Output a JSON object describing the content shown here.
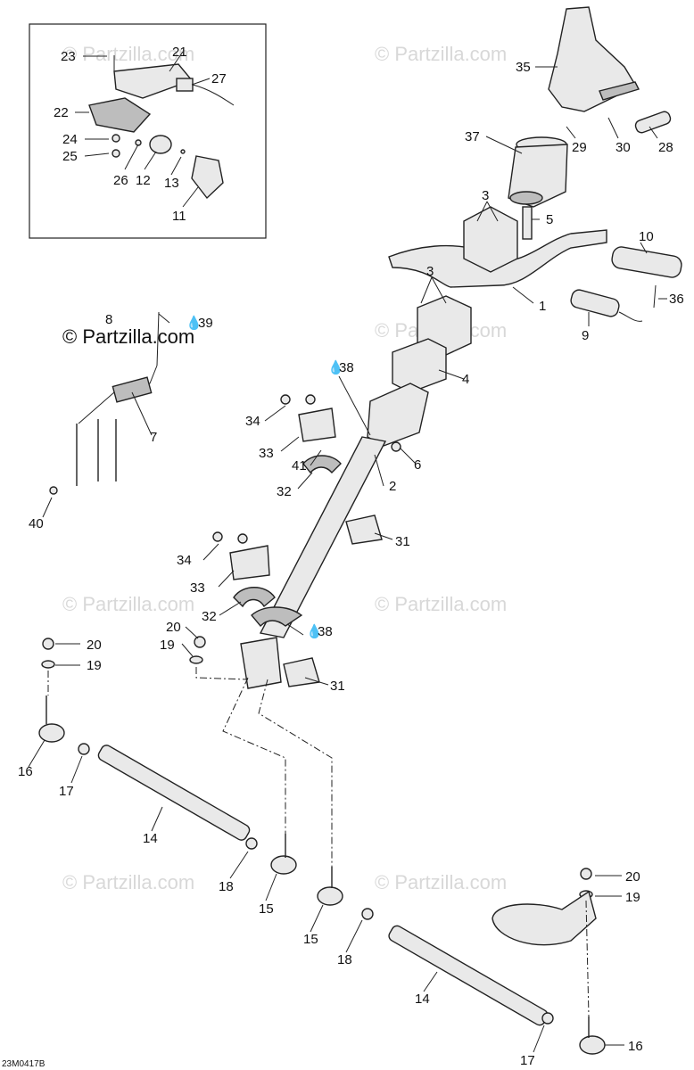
{
  "watermark": "© Partzilla.com",
  "diagram_code": "23M0417B",
  "grease_symbol": "💧",
  "callouts": {
    "c1": "1",
    "c2": "2",
    "c3a": "3",
    "c3b": "3",
    "c4": "4",
    "c5": "5",
    "c6": "6",
    "c7": "7",
    "c8": "8",
    "c9": "9",
    "c10": "10",
    "c11": "11",
    "c12": "12",
    "c13": "13",
    "c14a": "14",
    "c14b": "14",
    "c15a": "15",
    "c15b": "15",
    "c16a": "16",
    "c16b": "16",
    "c17a": "17",
    "c17b": "17",
    "c18a": "18",
    "c18b": "18",
    "c19a": "19",
    "c19b": "19",
    "c19c": "19",
    "c20a": "20",
    "c20b": "20",
    "c20c": "20",
    "c21": "21",
    "c22": "22",
    "c23": "23",
    "c24": "24",
    "c25": "25",
    "c26": "26",
    "c27": "27",
    "c28": "28",
    "c29": "29",
    "c30": "30",
    "c31a": "31",
    "c31b": "31",
    "c32a": "32",
    "c32b": "32",
    "c33a": "33",
    "c33b": "33",
    "c34a": "34",
    "c34b": "34",
    "c35": "35",
    "c36": "36",
    "c37": "37",
    "c38a": "38",
    "c38b": "38",
    "c39": "39",
    "c40": "40",
    "c41": "41"
  }
}
